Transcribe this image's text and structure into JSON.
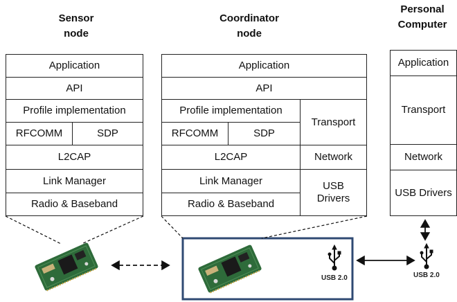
{
  "headers": {
    "sensor": [
      "Sensor",
      "node"
    ],
    "coordinator": [
      "Coordinator",
      "node"
    ],
    "pc": [
      "Personal",
      "Computer"
    ]
  },
  "sensor_stack": {
    "application": "Application",
    "api": "API",
    "profile": "Profile implementation",
    "rfcomm": "RFCOMM",
    "sdp": "SDP",
    "l2cap": "L2CAP",
    "link_manager": "Link Manager",
    "radio": "Radio & Baseband"
  },
  "coordinator_stack": {
    "application": "Application",
    "api": "API",
    "profile": "Profile implementation",
    "rfcomm": "RFCOMM",
    "sdp": "SDP",
    "l2cap": "L2CAP",
    "link_manager": "Link Manager",
    "radio": "Radio & Baseband",
    "transport": "Transport",
    "network": "Network",
    "usb_drivers": [
      "USB",
      "Drivers"
    ]
  },
  "pc_stack": {
    "application": "Application",
    "transport": "Transport",
    "network": "Network",
    "usb_drivers": "USB Drivers"
  },
  "usb_labels": {
    "coordinator": "USB 2.0",
    "pc": "USB 2.0"
  },
  "colors": {
    "coordinator_frame": "#2f4a73",
    "module_pcb": "#2e6b3a"
  }
}
